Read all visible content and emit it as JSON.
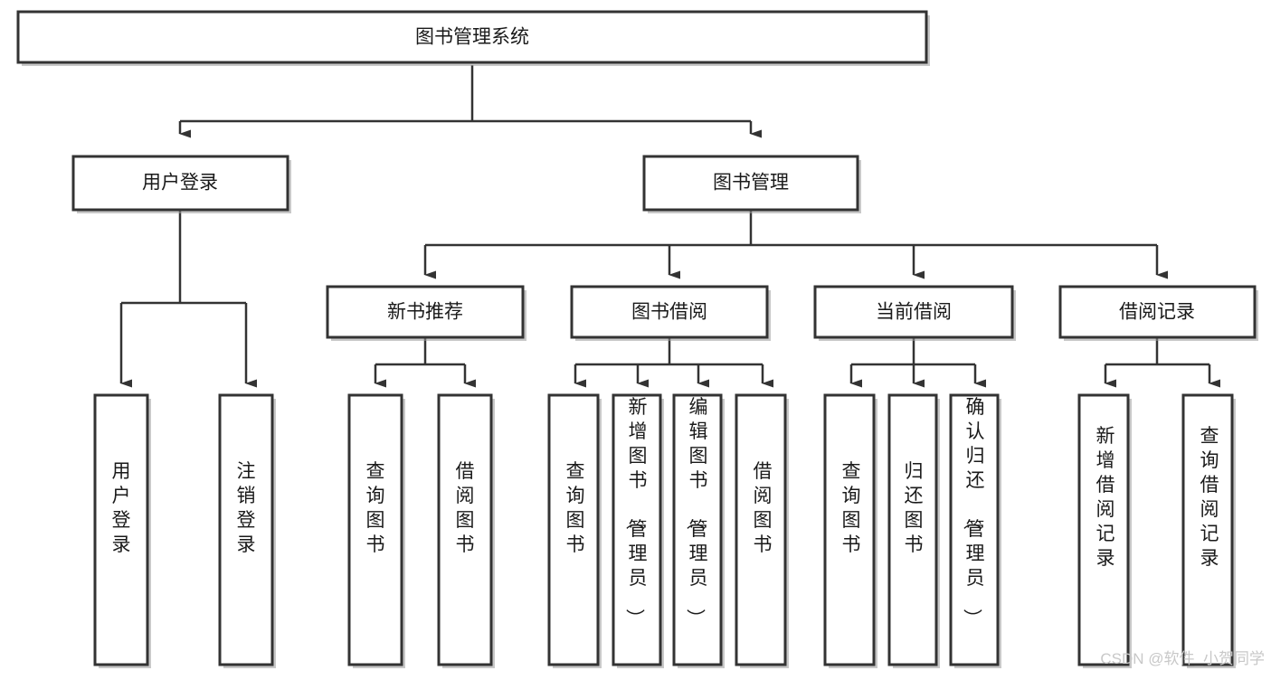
{
  "diagram": {
    "title": "图书管理系统",
    "type": "hierarchy-tree",
    "root": {
      "id": "root",
      "label": "图书管理系统",
      "orientation": "horizontal"
    },
    "level2": [
      {
        "id": "user-login",
        "label": "用户登录",
        "orientation": "horizontal"
      },
      {
        "id": "book-management",
        "label": "图书管理",
        "orientation": "horizontal"
      }
    ],
    "level3": [
      {
        "id": "new-book-recommend",
        "label": "新书推荐",
        "orientation": "horizontal",
        "parent": "book-management"
      },
      {
        "id": "book-borrow",
        "label": "图书借阅",
        "orientation": "horizontal",
        "parent": "book-management"
      },
      {
        "id": "current-borrow",
        "label": "当前借阅",
        "orientation": "horizontal",
        "parent": "book-management"
      },
      {
        "id": "borrow-record",
        "label": "借阅记录",
        "orientation": "horizontal",
        "parent": "book-management"
      }
    ],
    "leaves": [
      {
        "id": "leaf-user-login",
        "label": "用户登录",
        "orientation": "vertical",
        "parent": "user-login"
      },
      {
        "id": "leaf-logout",
        "label": "注销登录",
        "orientation": "vertical",
        "parent": "user-login"
      },
      {
        "id": "leaf-query-book-1",
        "label": "查询图书",
        "orientation": "vertical",
        "parent": "new-book-recommend"
      },
      {
        "id": "leaf-borrow-book-1",
        "label": "借阅图书",
        "orientation": "vertical",
        "parent": "new-book-recommend"
      },
      {
        "id": "leaf-query-book-2",
        "label": "查询图书",
        "orientation": "vertical",
        "parent": "book-borrow"
      },
      {
        "id": "leaf-add-book",
        "label": "新增图书（管理员）",
        "orientation": "vertical",
        "parent": "book-borrow"
      },
      {
        "id": "leaf-edit-book",
        "label": "编辑图书（管理员）",
        "orientation": "vertical",
        "parent": "book-borrow"
      },
      {
        "id": "leaf-borrow-book-2",
        "label": "借阅图书",
        "orientation": "vertical",
        "parent": "book-borrow"
      },
      {
        "id": "leaf-query-book-3",
        "label": "查询图书",
        "orientation": "vertical",
        "parent": "current-borrow"
      },
      {
        "id": "leaf-return-book",
        "label": "归还图书",
        "orientation": "vertical",
        "parent": "current-borrow"
      },
      {
        "id": "leaf-confirm-return",
        "label": "确认归还（管理员）",
        "orientation": "vertical",
        "parent": "current-borrow"
      },
      {
        "id": "leaf-add-record",
        "label": "新增借阅记录",
        "orientation": "vertical",
        "parent": "borrow-record"
      },
      {
        "id": "leaf-query-record",
        "label": "查询借阅记录",
        "orientation": "vertical",
        "parent": "borrow-record"
      }
    ]
  },
  "watermark": {
    "text": "CSDN @软件_小贺同学"
  },
  "colors": {
    "box_stroke": "#333333",
    "box_fill": "#ffffff",
    "text": "#1a1a1a",
    "connector": "#333333",
    "watermark": "#c8c8c8",
    "background": "#ffffff"
  }
}
